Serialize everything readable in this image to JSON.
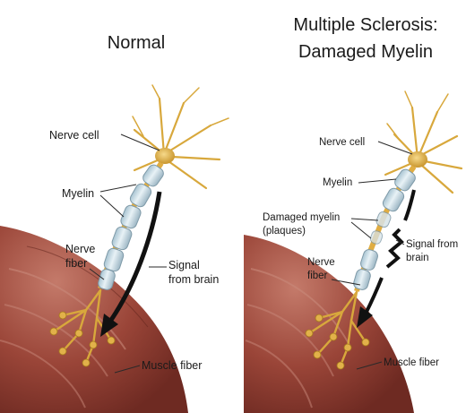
{
  "panels": {
    "normal": {
      "title": "Normal",
      "labels": {
        "nerve_cell": "Nerve cell",
        "myelin": "Myelin",
        "nerve_fiber_line1": "Nerve",
        "nerve_fiber_line2": "fiber",
        "signal_line1": "Signal",
        "signal_line2": "from brain",
        "muscle_fiber": "Muscle fiber"
      }
    },
    "ms": {
      "title_line1": "Multiple Sclerosis:",
      "title_line2": "Damaged Myelin",
      "labels": {
        "nerve_cell": "Nerve cell",
        "myelin": "Myelin",
        "damaged_line1": "Damaged myelin",
        "damaged_line2": "(plaques)",
        "nerve_fiber_line1": "Nerve",
        "nerve_fiber_line2": "fiber",
        "signal_line1": "Signal from",
        "signal_line2": "brain",
        "muscle_fiber": "Muscle fiber"
      }
    }
  },
  "colors": {
    "neuron": "#e7b94a",
    "neuron_dark": "#b88a25",
    "myelin": "#c9dde6",
    "myelin_edge": "#7f9aa8",
    "muscle": "#8e3b32",
    "muscle_light": "#b86455",
    "arrow": "#111111"
  }
}
